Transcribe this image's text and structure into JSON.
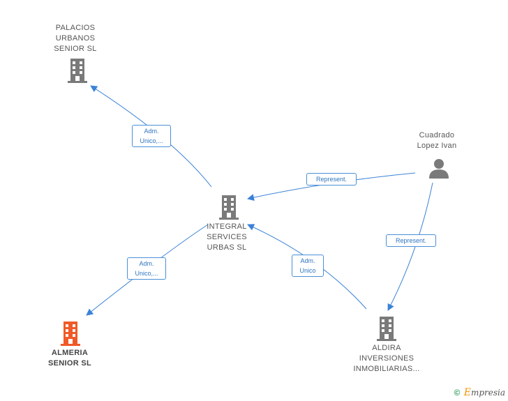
{
  "nodes": {
    "palacios": {
      "lines": [
        "PALACIOS",
        "URBANOS",
        "SENIOR  SL"
      ],
      "type": "company",
      "color": "#7a7a7a"
    },
    "integral": {
      "lines": [
        "INTEGRAL",
        "SERVICES",
        "URBAS  SL"
      ],
      "type": "company",
      "color": "#7a7a7a"
    },
    "almeria": {
      "lines": [
        "ALMERIA",
        "SENIOR  SL"
      ],
      "type": "company",
      "color": "#f05a28"
    },
    "aldira": {
      "lines": [
        "ALDIRA",
        "INVERSIONES",
        "INMOBILIARIAS..."
      ],
      "type": "company",
      "color": "#7a7a7a"
    },
    "cuadrado": {
      "lines": [
        "Cuadrado",
        "Lopez Ivan"
      ],
      "type": "person",
      "color": "#7a7a7a"
    }
  },
  "edges": [
    {
      "id": "integral-palacios",
      "label": [
        "Adm.",
        "Unico,..."
      ]
    },
    {
      "id": "integral-almeria",
      "label": [
        "Adm.",
        "Unico,..."
      ]
    },
    {
      "id": "aldira-integral",
      "label": [
        "Adm.",
        "Unico"
      ]
    },
    {
      "id": "cuadrado-integral",
      "label": [
        "Represent."
      ]
    },
    {
      "id": "cuadrado-aldira",
      "label": [
        "Represent."
      ]
    }
  ],
  "footer": {
    "copyright": "©",
    "brand_first": "E",
    "brand_rest": "mpresia"
  },
  "colors": {
    "edge": "#3b82d6",
    "accent": "#f05a28"
  }
}
